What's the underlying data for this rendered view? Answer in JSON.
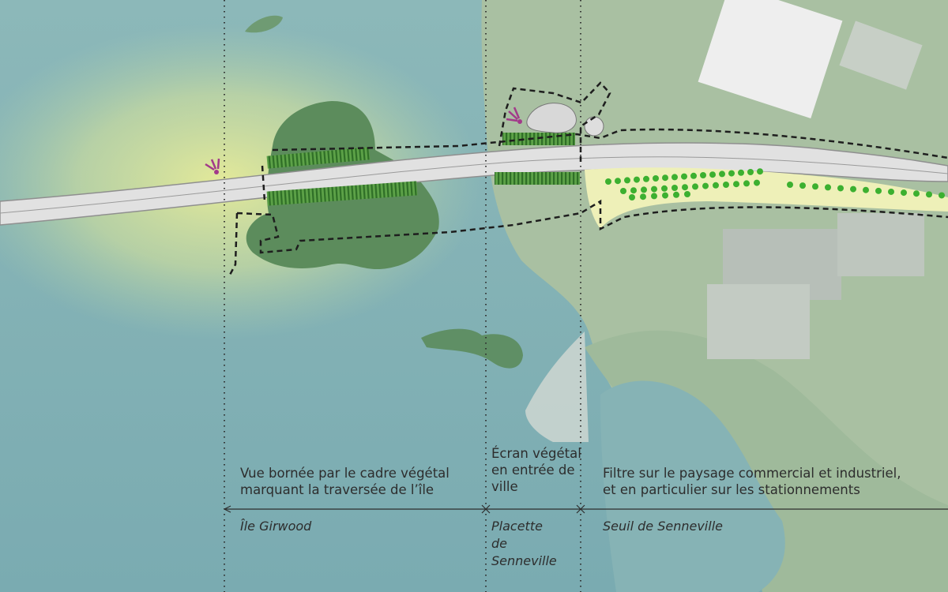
{
  "colors": {
    "water": "#7fb0b5",
    "land": "#a9c2a4",
    "highlight_yellow": "#e4e89a",
    "road": "#d9d9d9",
    "vegetation_screen": "#3e8a2e",
    "tree_dot": "#3cb030",
    "viewpoint": "#a23a8a",
    "line": "#2d2d2d"
  },
  "descriptions": [
    {
      "line1": "Vue bornée par le cadre végétal",
      "line2": "marquant la traversée de l’île",
      "line3": ""
    },
    {
      "line1": "Écran végétal",
      "line2": "en entrée de",
      "line3": "ville"
    },
    {
      "line1": "Filtre sur le paysage commercial et industriel,",
      "line2": "et en particulier sur les stationnements",
      "line3": ""
    }
  ],
  "zones": [
    {
      "line1": "Île Girwood",
      "line2": "",
      "line3": ""
    },
    {
      "line1": "Placette",
      "line2": "de",
      "line3": "Senneville"
    },
    {
      "line1": "Seuil de Senneville",
      "line2": "",
      "line3": ""
    }
  ]
}
